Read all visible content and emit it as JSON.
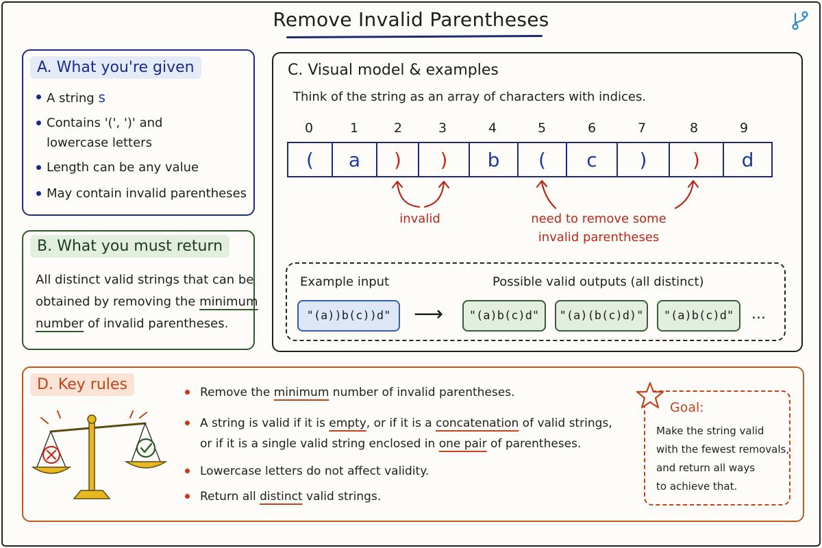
{
  "title": "Remove Invalid Parentheses",
  "colors": {
    "navy": "#1b2a7a",
    "green": "#2e5a2a",
    "red": "#c2421a",
    "gold": "#e8b820"
  },
  "panel_a": {
    "header": "A. What you're given",
    "b1_pre": "A string ",
    "b1_var": "s",
    "b2_line1": "Contains '(', ')' and",
    "b2_line2": "lowercase letters",
    "b3": "Length can be any value",
    "b4": "May contain invalid parentheses"
  },
  "panel_b": {
    "header": "B. What you must return",
    "line1": "All distinct valid strings that can be",
    "line2_pre": "obtained by removing the ",
    "line2_ul": "minimum",
    "line3_ul": "number",
    "line3_post": " of invalid parentheses."
  },
  "panel_c": {
    "header": "C. Visual model & examples",
    "subtitle": "Think of the string as an array of characters with indices.",
    "indices": [
      "0",
      "1",
      "2",
      "3",
      "4",
      "5",
      "6",
      "7",
      "8",
      "9"
    ],
    "chars": [
      "(",
      "a",
      ")",
      ")",
      "b",
      "(",
      "c",
      ")",
      ")",
      "d"
    ],
    "annotation_invalid": "invalid",
    "annotation_remove_1": "need to remove some",
    "annotation_remove_2": "invalid parentheses",
    "example_input_label": "Example input",
    "example_outputs_label": "Possible valid outputs (all distinct)",
    "example_input": "\"(a))b(c))d\"",
    "arrow": "⟶",
    "outputs": [
      "\"(a)b(c)d\"",
      "\"(a)(b(c)d)\"",
      "\"(a)b(c)d\""
    ],
    "ellipsis": "..."
  },
  "panel_d": {
    "header": "D. Key rules",
    "r1_a": "Remove the ",
    "r1_ul": "minimum",
    "r1_b": " number of invalid parentheses.",
    "r2_a": "A string is valid if it is ",
    "r2_ul1": "empty",
    "r2_b": ", or if it is a ",
    "r2_ul2": "concatenation",
    "r2_c": " of valid strings,",
    "r2_d": "or if it is a single valid string enclosed in ",
    "r2_ul3": "one pair",
    "r2_e": " of parentheses.",
    "r3": "Lowercase letters do not affect validity.",
    "r4_a": "Return all ",
    "r4_ul": "distinct",
    "r4_b": " valid strings.",
    "goal_title": "Goal:",
    "goal_1": "Make the string valid",
    "goal_2": "with the fewest removals,",
    "goal_3": "and return all ways",
    "goal_4": "to achieve that."
  }
}
